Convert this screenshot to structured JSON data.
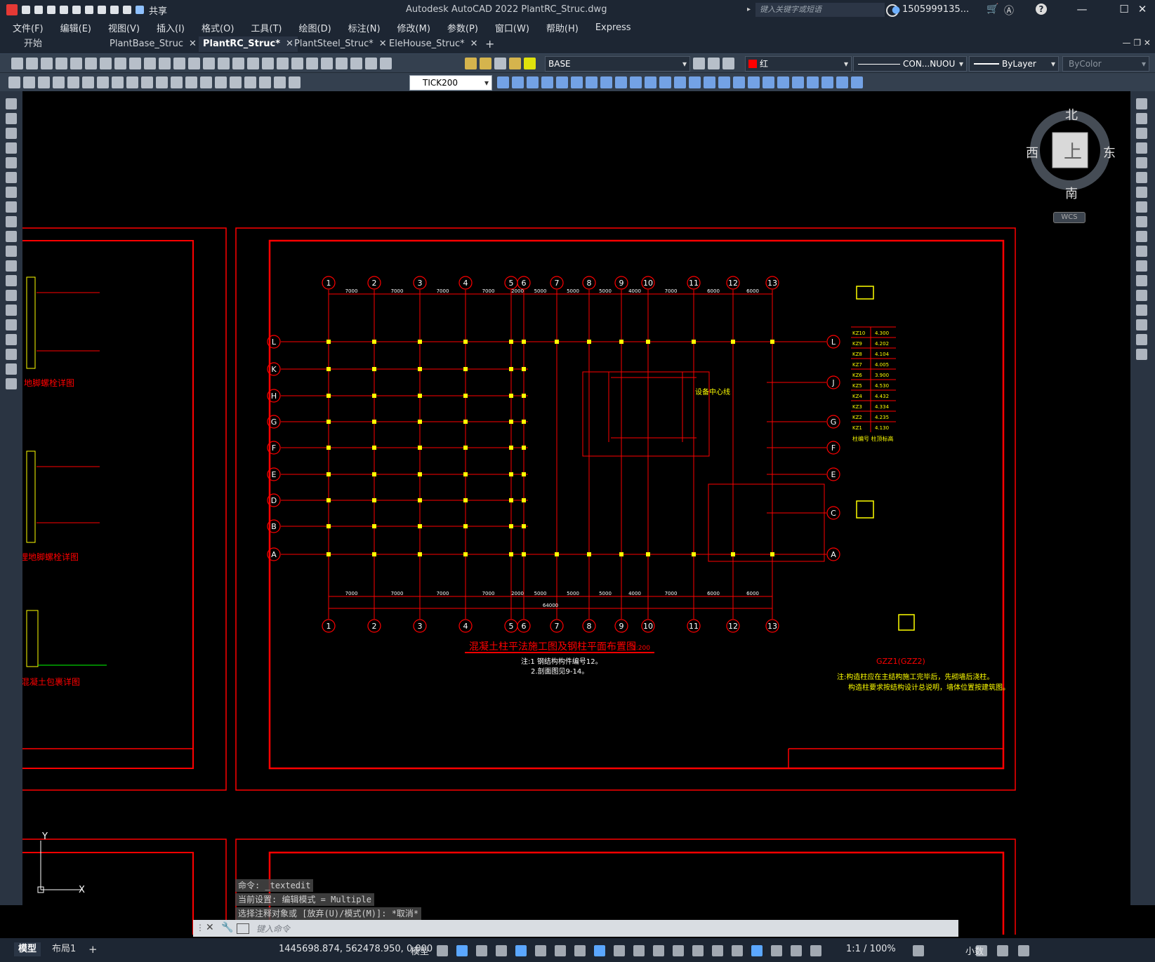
{
  "app": {
    "title": "Autodesk AutoCAD 2022    PlantRC_Struc.dwg"
  },
  "titlebar": {
    "share_label": "共享",
    "search_placeholder": "键入关键字或短语",
    "user": "1505999135..."
  },
  "menu": [
    "文件(F)",
    "编辑(E)",
    "视图(V)",
    "插入(I)",
    "格式(O)",
    "工具(T)",
    "绘图(D)",
    "标注(N)",
    "修改(M)",
    "参数(P)",
    "窗口(W)",
    "帮助(H)",
    "Express"
  ],
  "tabs": [
    {
      "label": "开始",
      "closable": false,
      "active": false
    },
    {
      "label": "PlantBase_Struc",
      "closable": true,
      "active": false
    },
    {
      "label": "PlantRC_Struc*",
      "closable": true,
      "active": true
    },
    {
      "label": "PlantSteel_Struc*",
      "closable": true,
      "active": false
    },
    {
      "label": "EleHouse_Struc*",
      "closable": true,
      "active": false
    }
  ],
  "properties": {
    "layer": "BASE",
    "color": "红",
    "color_hex": "#ff0000",
    "linetype": "CON...NUOU",
    "lineweight": "ByLayer",
    "plotstyle": "ByColor",
    "dimstyle": "TICK200"
  },
  "viewcube": {
    "north": "北",
    "south": "南",
    "east": "东",
    "west": "西",
    "top": "上",
    "wcs": "WCS"
  },
  "drawing": {
    "main_title": "混凝土柱平法施工图及钢柱平面布置图",
    "main_scale": "1:200",
    "notes": [
      "注:1 钢结构构件编号12。",
      "2.剖面图见9-14。"
    ],
    "gzz_title": "GZZ1(GZZ2)",
    "gzz_notes": [
      "注:构造柱应在主结构施工完毕后，先砌墙后浇柱。",
      "构造柱要求按结构设计总说明，墙体位置按建筑图。"
    ],
    "equip_label": "设备中心线",
    "col_labels": [
      "1",
      "2",
      "3",
      "4",
      "5",
      "6",
      "7",
      "8",
      "9",
      "10",
      "11",
      "12",
      "13"
    ],
    "row_labels": [
      "L",
      "K",
      "H",
      "G",
      "F",
      "E",
      "D",
      "B",
      "A"
    ],
    "right_row_labels": [
      "L",
      "J",
      "G",
      "F",
      "E",
      "C",
      "A"
    ],
    "top_dims": [
      "7000",
      "7000",
      "7000",
      "7000",
      "2000",
      "5000",
      "5000",
      "5000",
      "4000",
      "7000",
      "6000",
      "6000"
    ],
    "total_dim": "64000",
    "left_details": [
      "地脚螺栓详图",
      "埋地脚螺栓详图",
      "混凝土包裹详图"
    ],
    "table_title": "柱编号 柱顶标高",
    "kz_rows": [
      [
        "KZ10",
        "4.300"
      ],
      [
        "KZ9",
        "4.202"
      ],
      [
        "KZ8",
        "4.104"
      ],
      [
        "KZ7",
        "4.005"
      ],
      [
        "KZ6",
        "3.900"
      ],
      [
        "KZ5",
        "4.530"
      ],
      [
        "KZ4",
        "4.432"
      ],
      [
        "KZ3",
        "4.334"
      ],
      [
        "KZ2",
        "4.235"
      ],
      [
        "KZ1",
        "4.130"
      ]
    ]
  },
  "command": {
    "history": [
      "命令: _textedit",
      "当前设置: 编辑模式 = Multiple",
      "选择注释对象或 [放弃(U)/模式(M)]: *取消*"
    ],
    "placeholder": "键入命令"
  },
  "status": {
    "layout_tabs": [
      "模型",
      "布局1"
    ],
    "coords": "1445698.874, 562478.950, 0.000",
    "model_label": "模型",
    "scale": "1:1 / 100%",
    "units": "小数"
  }
}
